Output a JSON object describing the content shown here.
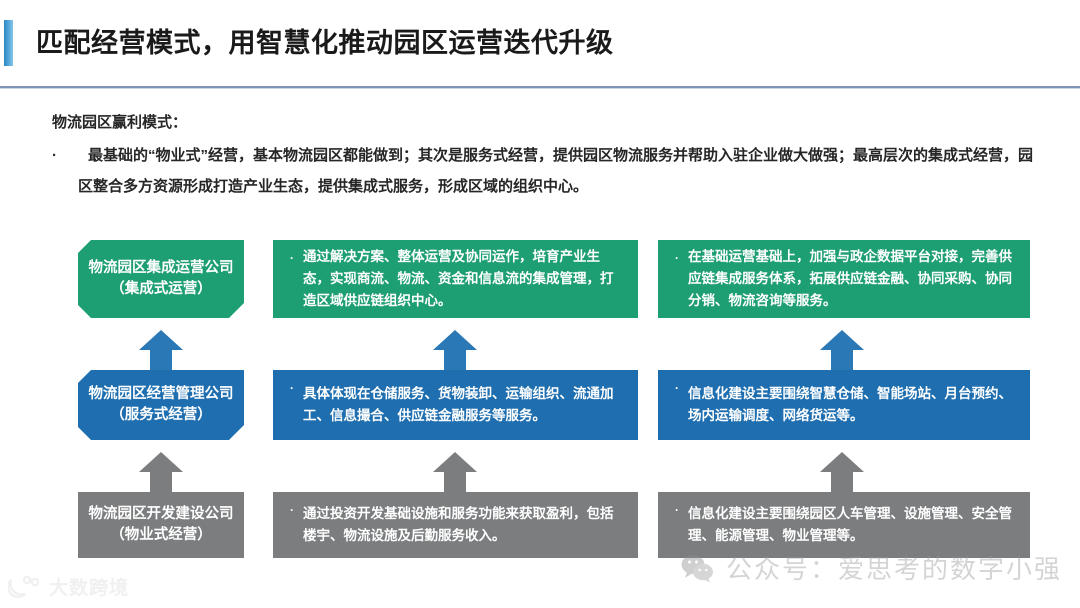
{
  "header": {
    "title": "匹配经营模式，用智慧化推动园区运营迭代升级",
    "accent_color": "#2e86c1",
    "rule_color": "#7f95b8"
  },
  "intro": {
    "heading": "物流园区赢利模式：",
    "bullet_marker": "·",
    "bullet_text": "最基础的“物业式”经营，基本物流园区都能做到；其次是服务式经营，提供园区物流服务并帮助入驻企业做大做强；最高层次的集成式经营，园区整合多方资源形成打造产业生态，提供集成式服务，形成区域的组织中心。"
  },
  "matrix": {
    "bullet_marker": "·",
    "rows": [
      {
        "id": "integrated",
        "color": "#1e9e73",
        "arrow_color": "#2a78b5",
        "label_line1": "物流园区集成运营公司",
        "label_line2": "（集成式运营）",
        "cells": [
          "通过解决方案、整体运营及协同运作，培育产业生态，实现商流、物流、资金和信息流的集成管理，打造区域供应链组织中心。",
          "在基础运营基础上，加强与政企数据平台对接，完善供应链集成服务体系，拓展供应链金融、协同采购、协同分销、物流咨询等服务。"
        ]
      },
      {
        "id": "service",
        "color": "#1f6fb0",
        "arrow_color": "#6f7173",
        "label_line1": "物流园区经营管理公司",
        "label_line2": "（服务式经营）",
        "cells": [
          "具体体现在仓储服务、货物装卸、运输组织、流通加工、信息撮合、供应链金融服务等服务。",
          "信息化建设主要围绕智慧仓储、智能场站、月台预约、场内运输调度、网络货运等。"
        ]
      },
      {
        "id": "property",
        "color": "#7b7d7f",
        "arrow_color": null,
        "label_line1": "物流园区开发建设公司",
        "label_line2": "（物业式经营）",
        "cells": [
          "通过投资开发基础设施和服务功能来获取盈利，包括楼宇、物流设施及后勤服务收入。",
          "信息化建设主要围绕园区人车管理、设施管理、安全管理、能源管理、物业管理等。"
        ]
      }
    ]
  },
  "watermarks": {
    "left_text": "大数跨境",
    "left_icon": "paw-logo-icon",
    "right_text": "公众号：爱思考的数字小强",
    "right_icon": "wechat-icon"
  }
}
